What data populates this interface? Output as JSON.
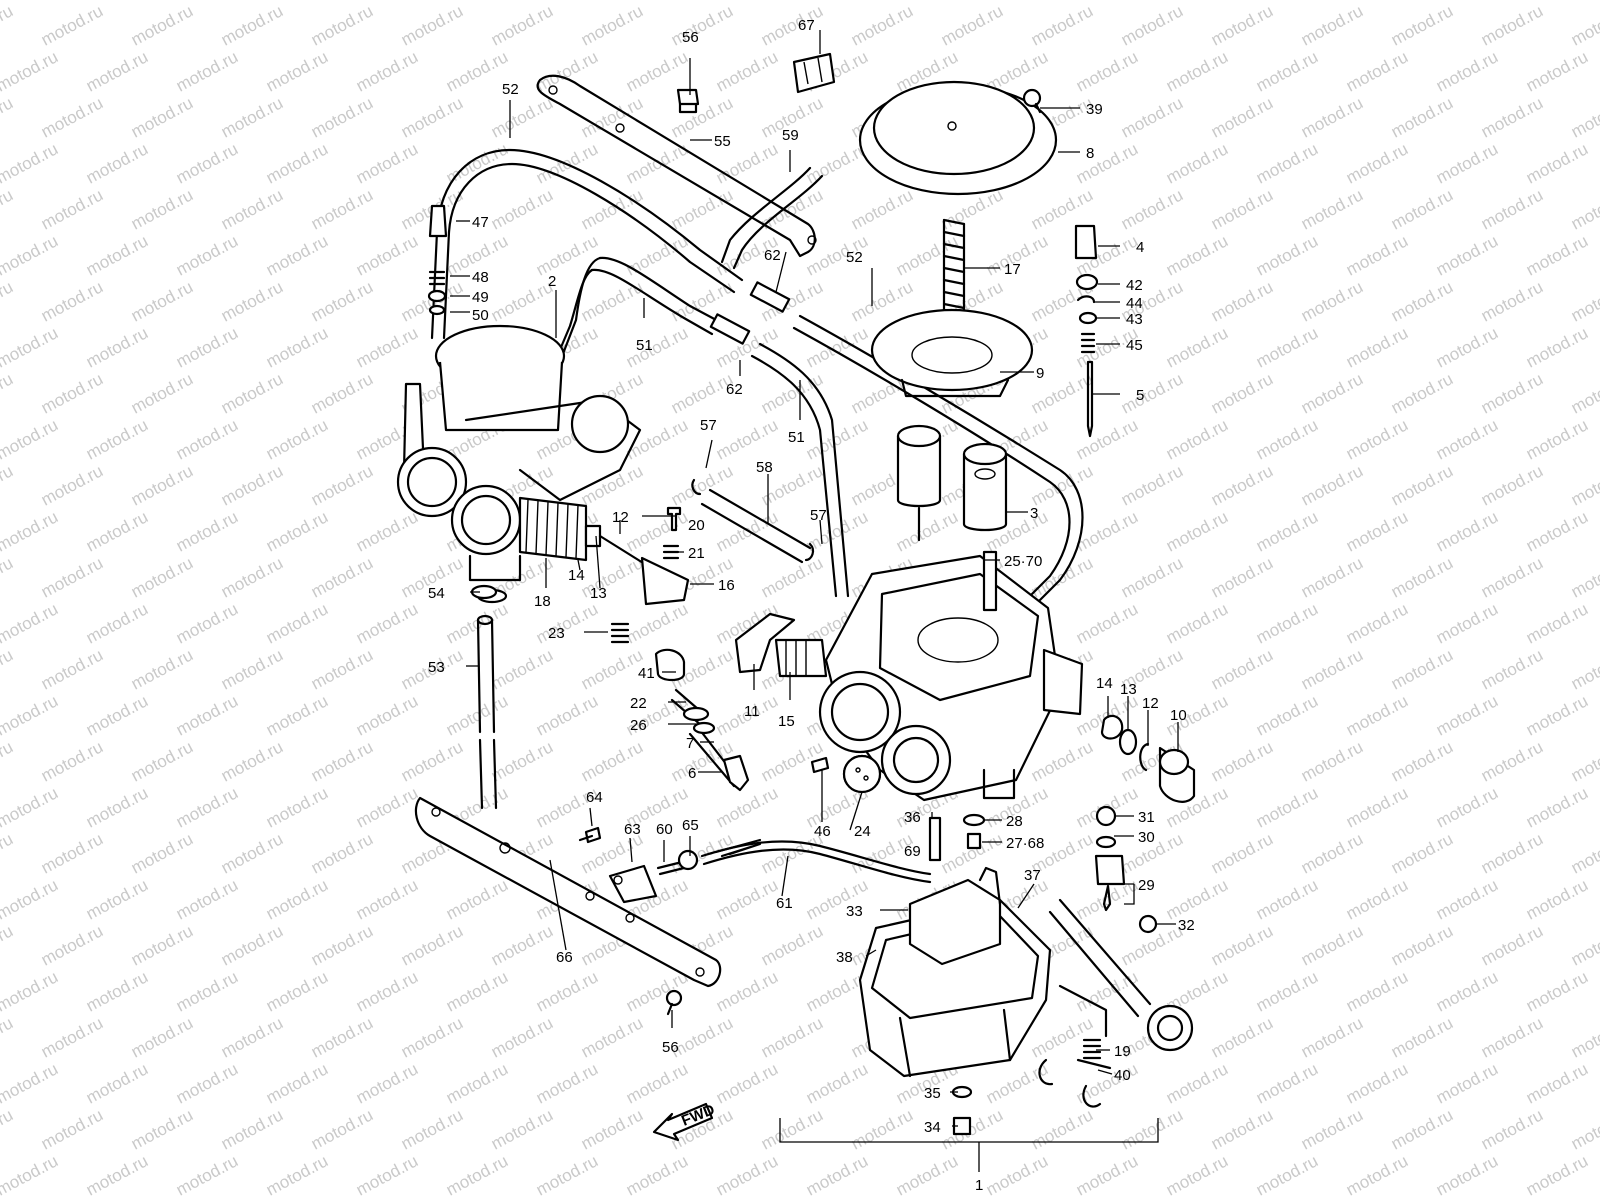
{
  "watermark": "motod.ru",
  "fwd_label": "FWD",
  "callouts": [
    "1",
    "2",
    "3",
    "4",
    "5",
    "6",
    "7",
    "8",
    "9",
    "10",
    "11",
    "12",
    "12",
    "13",
    "13",
    "14",
    "14",
    "15",
    "16",
    "17",
    "18",
    "19",
    "20",
    "21",
    "22",
    "23",
    "24",
    "25·70",
    "26",
    "27·68",
    "28",
    "29",
    "30",
    "31",
    "32",
    "33",
    "34",
    "35",
    "36",
    "37",
    "38",
    "39",
    "40",
    "41",
    "42",
    "43",
    "44",
    "45",
    "46",
    "47",
    "48",
    "49",
    "50",
    "51",
    "51",
    "52",
    "52",
    "53",
    "54",
    "55",
    "56",
    "56",
    "57",
    "57",
    "58",
    "59",
    "60",
    "61",
    "62",
    "62",
    "63",
    "64",
    "65",
    "66",
    "67",
    "69"
  ]
}
